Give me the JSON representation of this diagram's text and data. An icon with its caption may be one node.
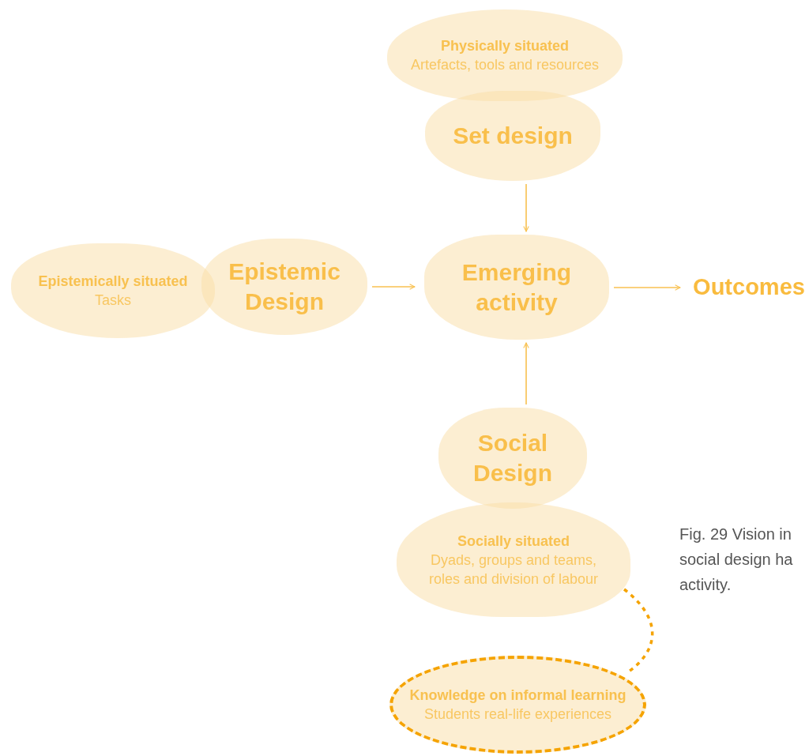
{
  "diagram": {
    "caption": "Fig. 29 Vision in social design ha activity.",
    "nodes": [
      {
        "text": [
          "Physically situated",
          "Artefacts, tools and resources"
        ]
      },
      {
        "text": [
          "Set design"
        ]
      },
      {
        "text": [
          "Epistemically situated",
          "Tasks"
        ]
      },
      {
        "text": [
          "Epistemic Design"
        ]
      },
      {
        "text": [
          "Emerging activity"
        ]
      },
      {
        "text": [
          "Outcomes"
        ]
      },
      {
        "text": [
          "Social Design"
        ]
      },
      {
        "text": [
          "Socially situated",
          "Dyads, groups and teams, roles and division of labour"
        ]
      },
      {
        "text": [
          "Knowledge on informal learning",
          "Students real-life experiences"
        ]
      }
    ],
    "edges": [
      {
        "from": 1,
        "to": 4,
        "arrow": "to"
      },
      {
        "from": 3,
        "to": 4,
        "arrow": "to"
      },
      {
        "from": 4,
        "to": 5,
        "arrow": "to"
      },
      {
        "from": 6,
        "to": 4,
        "arrow": "to"
      },
      {
        "from": 7,
        "to": 8,
        "arrow": "none",
        "style": "dashed",
        "color": "#f5a300"
      }
    ]
  }
}
